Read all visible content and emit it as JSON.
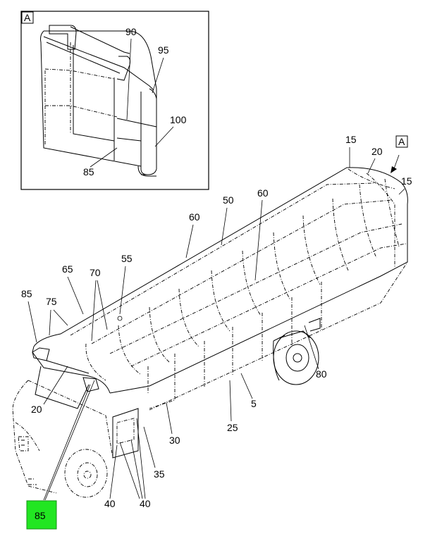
{
  "inset": {
    "tag": "A",
    "callouts": [
      "90",
      "95",
      "100",
      "85"
    ]
  },
  "main": {
    "view_tag": "A",
    "callouts": [
      "15",
      "20",
      "15",
      "60",
      "50",
      "60",
      "55",
      "65",
      "70",
      "85",
      "75",
      "20",
      "80",
      "5",
      "25",
      "30",
      "35",
      "40",
      "40",
      "85"
    ]
  },
  "hotspot": {
    "label": "85",
    "color": "#22e622"
  }
}
